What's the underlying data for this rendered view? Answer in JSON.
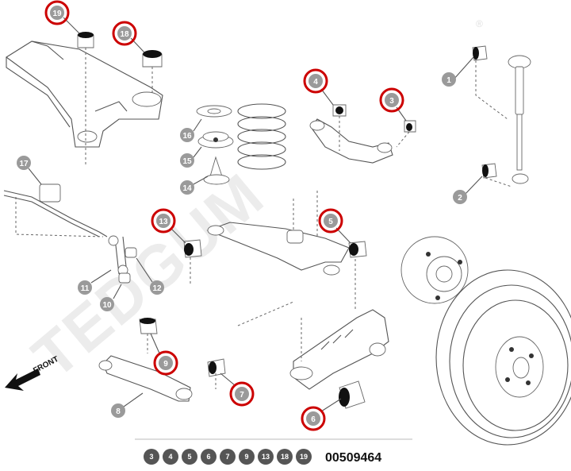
{
  "watermark": {
    "brand": "TEDGUM",
    "registered": "®"
  },
  "front_label": "FRONT",
  "callouts": [
    "1",
    "2",
    "3",
    "4",
    "5",
    "6",
    "7",
    "8",
    "9",
    "10",
    "11",
    "12",
    "13",
    "14",
    "15",
    "16",
    "17",
    "18",
    "19"
  ],
  "highlighted": [
    "19",
    "18",
    "4",
    "3",
    "13",
    "5",
    "9",
    "7",
    "6"
  ],
  "colors": {
    "highlight_ring": "#cc0000",
    "callout_badge": "#9a9a9a",
    "strip_badge": "#555555"
  },
  "kit_strip": {
    "items": [
      "3",
      "4",
      "5",
      "6",
      "7",
      "9",
      "13",
      "18",
      "19"
    ],
    "part_number": "00509464"
  }
}
